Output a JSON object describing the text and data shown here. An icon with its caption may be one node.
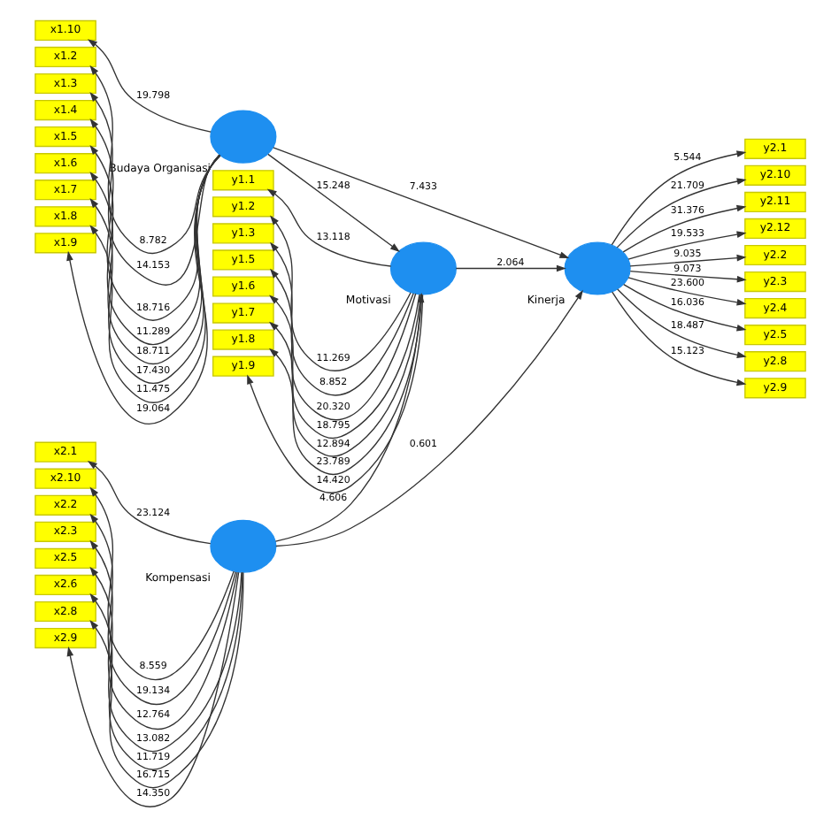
{
  "diagram": {
    "nodes": [
      {
        "text": [
          "x1.10"
        ]
      },
      {
        "text": [
          "x1.2"
        ]
      },
      {
        "text": [
          "x1.3"
        ]
      },
      {
        "text": [
          "x1.4"
        ]
      },
      {
        "text": [
          "x1.5"
        ]
      },
      {
        "text": [
          "x1.6"
        ]
      },
      {
        "text": [
          "x1.7"
        ]
      },
      {
        "text": [
          "x1.8"
        ]
      },
      {
        "text": [
          "x1.9"
        ]
      },
      {
        "text": [
          "Budaya Organisasi"
        ]
      },
      {
        "text": [
          "y1.1"
        ]
      },
      {
        "text": [
          "y1.2"
        ]
      },
      {
        "text": [
          "y1.3"
        ]
      },
      {
        "text": [
          "y1.5"
        ]
      },
      {
        "text": [
          "y1.6"
        ]
      },
      {
        "text": [
          "y1.7"
        ]
      },
      {
        "text": [
          "y1.8"
        ]
      },
      {
        "text": [
          "y1.9"
        ]
      },
      {
        "text": [
          "Motivasi"
        ]
      },
      {
        "text": [
          "x2.1"
        ]
      },
      {
        "text": [
          "x2.10"
        ]
      },
      {
        "text": [
          "x2.2"
        ]
      },
      {
        "text": [
          "x2.3"
        ]
      },
      {
        "text": [
          "x2.5"
        ]
      },
      {
        "text": [
          "x2.6"
        ]
      },
      {
        "text": [
          "x2.8"
        ]
      },
      {
        "text": [
          "x2.9"
        ]
      },
      {
        "text": [
          "Kompensasi"
        ]
      },
      {
        "text": [
          "y2.1"
        ]
      },
      {
        "text": [
          "y2.10"
        ]
      },
      {
        "text": [
          "y2.11"
        ]
      },
      {
        "text": [
          "y2.12"
        ]
      },
      {
        "text": [
          "y2.2"
        ]
      },
      {
        "text": [
          "y2.3"
        ]
      },
      {
        "text": [
          "y2.4"
        ]
      },
      {
        "text": [
          "y2.5"
        ]
      },
      {
        "text": [
          "y2.8"
        ]
      },
      {
        "text": [
          "y2.9"
        ]
      },
      {
        "text": [
          "Kinerja"
        ]
      }
    ],
    "edges": [
      {
        "from": 9,
        "to": 0,
        "arrow": "to",
        "label": "19.798"
      },
      {
        "from": 9,
        "to": 1,
        "arrow": "to",
        "label": "8.782"
      },
      {
        "from": 9,
        "to": 2,
        "arrow": "to",
        "label": "14.153"
      },
      {
        "from": 9,
        "to": 3,
        "arrow": "to",
        "label": "18.716"
      },
      {
        "from": 9,
        "to": 4,
        "arrow": "to",
        "label": "11.289"
      },
      {
        "from": 9,
        "to": 5,
        "arrow": "to",
        "label": "18.711"
      },
      {
        "from": 9,
        "to": 6,
        "arrow": "to",
        "label": "17.430"
      },
      {
        "from": 9,
        "to": 7,
        "arrow": "to",
        "label": "11.475"
      },
      {
        "from": 9,
        "to": 8,
        "arrow": "to",
        "label": "19.064"
      },
      {
        "from": 18,
        "to": 10,
        "arrow": "to",
        "label": "13.118"
      },
      {
        "from": 18,
        "to": 11,
        "arrow": "to",
        "label": "11.269"
      },
      {
        "from": 18,
        "to": 12,
        "arrow": "to",
        "label": "8.852"
      },
      {
        "from": 18,
        "to": 13,
        "arrow": "to",
        "label": "20.320"
      },
      {
        "from": 18,
        "to": 14,
        "arrow": "to",
        "label": "18.795"
      },
      {
        "from": 18,
        "to": 15,
        "arrow": "to",
        "label": "12.894"
      },
      {
        "from": 18,
        "to": 16,
        "arrow": "to",
        "label": "23.789"
      },
      {
        "from": 18,
        "to": 17,
        "arrow": "to",
        "label": "14.420"
      },
      {
        "from": 27,
        "to": 19,
        "arrow": "to",
        "label": "23.124"
      },
      {
        "from": 27,
        "to": 20,
        "arrow": "to",
        "label": "8.559"
      },
      {
        "from": 27,
        "to": 21,
        "arrow": "to",
        "label": "19.134"
      },
      {
        "from": 27,
        "to": 22,
        "arrow": "to",
        "label": "12.764"
      },
      {
        "from": 27,
        "to": 23,
        "arrow": "to",
        "label": "13.082"
      },
      {
        "from": 27,
        "to": 24,
        "arrow": "to",
        "label": "11.719"
      },
      {
        "from": 27,
        "to": 25,
        "arrow": "to",
        "label": "16.715"
      },
      {
        "from": 27,
        "to": 26,
        "arrow": "to",
        "label": "14.350"
      },
      {
        "from": 38,
        "to": 28,
        "arrow": "to",
        "label": "5.544"
      },
      {
        "from": 38,
        "to": 29,
        "arrow": "to",
        "label": "21.709"
      },
      {
        "from": 38,
        "to": 30,
        "arrow": "to",
        "label": "31.376"
      },
      {
        "from": 38,
        "to": 31,
        "arrow": "to",
        "label": "19.533"
      },
      {
        "from": 38,
        "to": 32,
        "arrow": "to",
        "label": "9.035"
      },
      {
        "from": 38,
        "to": 33,
        "arrow": "to",
        "label": "9.073"
      },
      {
        "from": 38,
        "to": 34,
        "arrow": "to",
        "label": "23.600"
      },
      {
        "from": 38,
        "to": 35,
        "arrow": "to",
        "label": "16.036"
      },
      {
        "from": 38,
        "to": 36,
        "arrow": "to",
        "label": "18.487"
      },
      {
        "from": 38,
        "to": 37,
        "arrow": "to",
        "label": "15.123"
      },
      {
        "from": 9,
        "to": 18,
        "arrow": "to",
        "label": "15.248"
      },
      {
        "from": 9,
        "to": 38,
        "arrow": "to",
        "label": "7.433"
      },
      {
        "from": 18,
        "to": 38,
        "arrow": "to",
        "label": "2.064"
      },
      {
        "from": 27,
        "to": 18,
        "arrow": "to",
        "label": "4.606"
      },
      {
        "from": 27,
        "to": 38,
        "arrow": "to",
        "label": "0.601"
      }
    ]
  }
}
